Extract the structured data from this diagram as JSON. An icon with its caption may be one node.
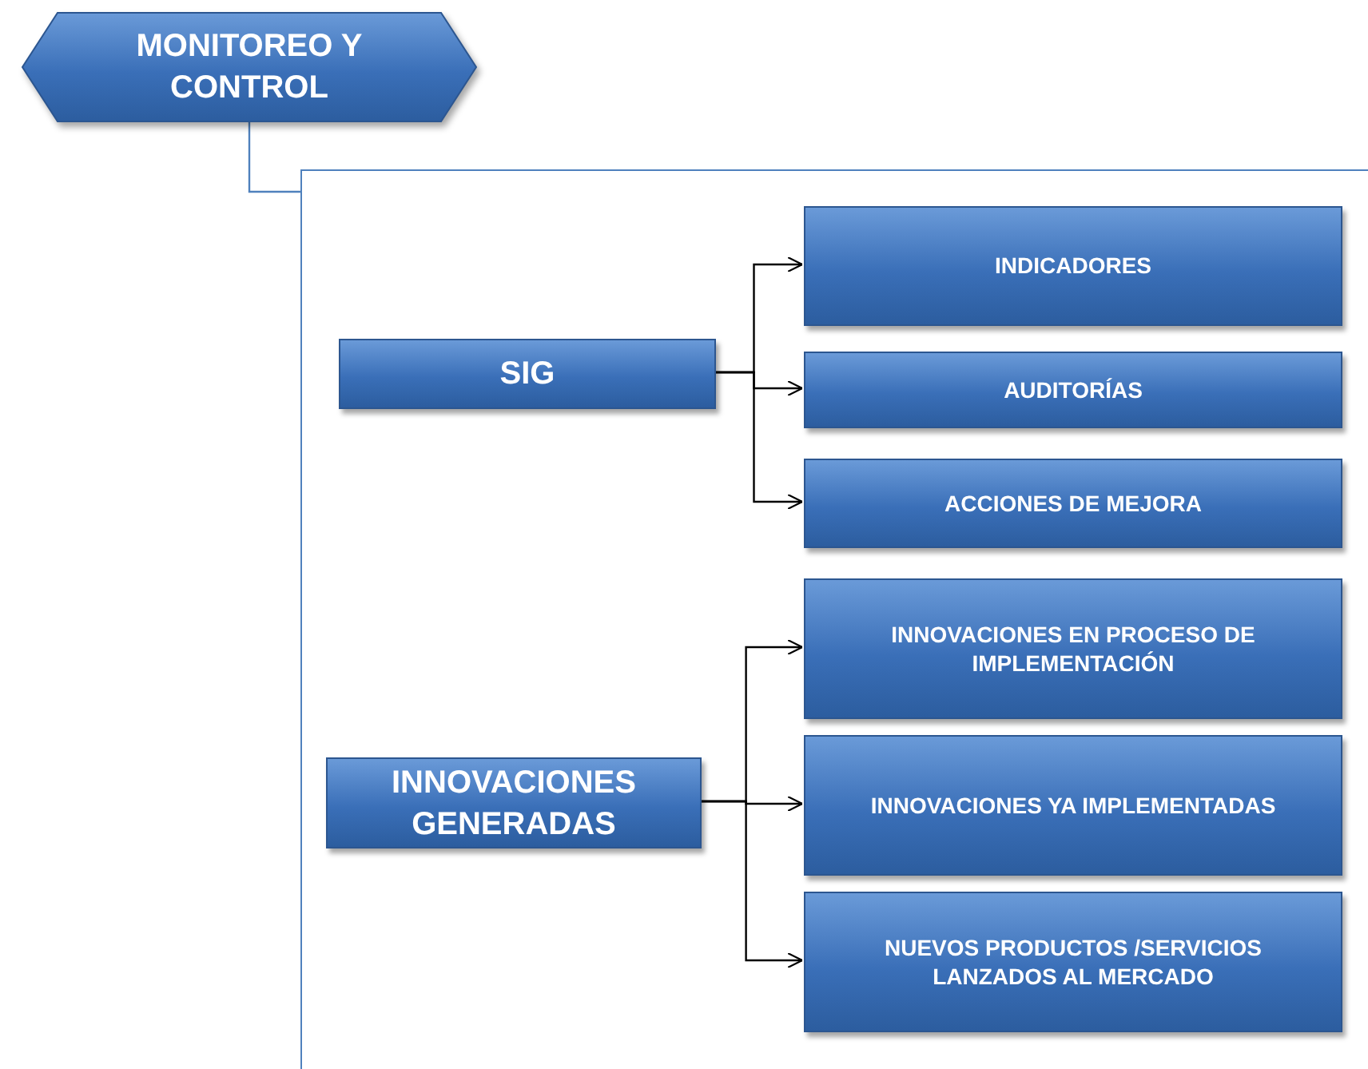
{
  "diagram": {
    "nodes": [
      {
        "text": [
          "MONITOREO Y CONTROL"
        ]
      },
      {
        "text": [],
        "shape": "box"
      },
      {
        "text": [
          "SIG"
        ],
        "in": 1
      },
      {
        "text": [
          "INDICADORES"
        ],
        "in": 1
      },
      {
        "text": [
          "AUDITORÍAS"
        ],
        "in": 1
      },
      {
        "text": [
          "ACCIONES DE MEJORA"
        ],
        "in": 1
      },
      {
        "text": [
          "INNOVACIONES GENERADAS"
        ],
        "in": 1
      },
      {
        "text": [
          "INNOVACIONES EN PROCESO DE IMPLEMENTACIÓN"
        ],
        "in": 1
      },
      {
        "text": [
          "INNOVACIONES YA IMPLEMENTADAS"
        ],
        "in": 1
      },
      {
        "text": [
          "NUEVOS PRODUCTOS /SERVICIOS LANZADOS AL MERCADO"
        ],
        "in": 1
      }
    ],
    "edges": [
      {
        "from": 0,
        "to": 1,
        "arrow": "none",
        "color": "#4f81bd"
      },
      {
        "from": 2,
        "to": 3,
        "arrow": "to"
      },
      {
        "from": 2,
        "to": 4,
        "arrow": "to"
      },
      {
        "from": 2,
        "to": 5,
        "arrow": "to"
      },
      {
        "from": 6,
        "to": 7,
        "arrow": "to"
      },
      {
        "from": 6,
        "to": 8,
        "arrow": "to"
      },
      {
        "from": 6,
        "to": 9,
        "arrow": "to"
      }
    ]
  }
}
